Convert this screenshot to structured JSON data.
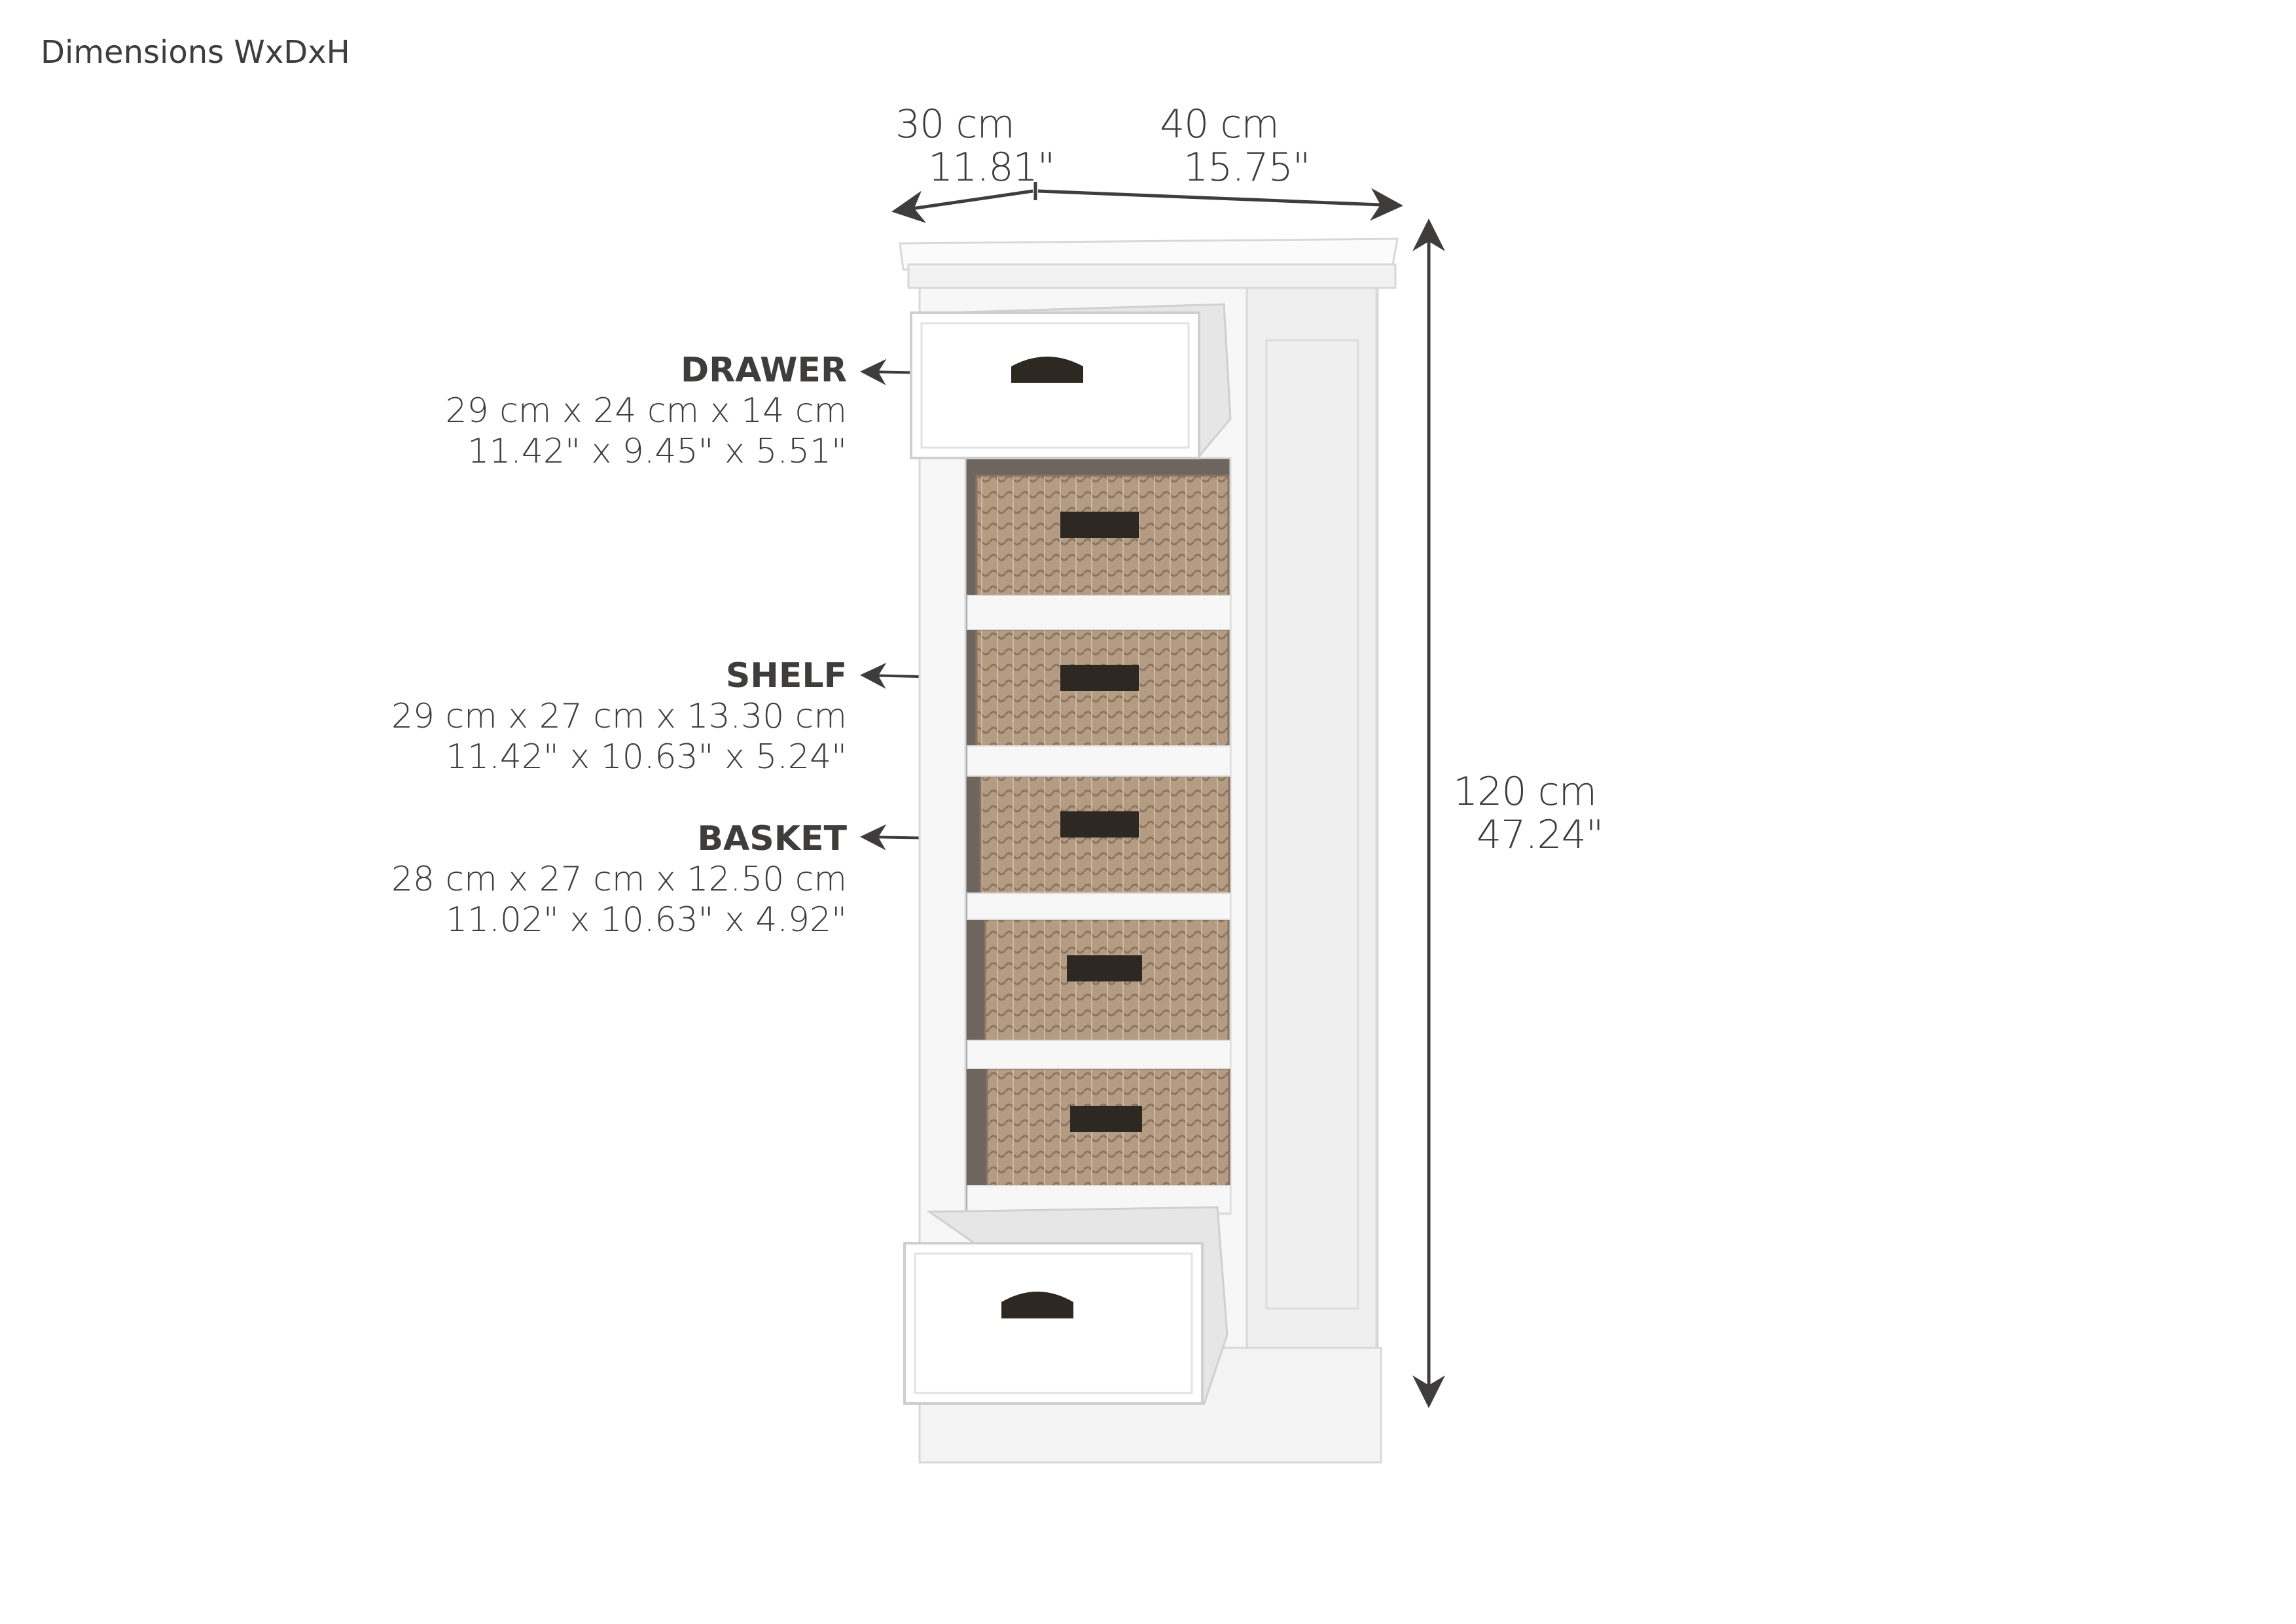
{
  "title": "Dimensions WxDxH",
  "overall": {
    "depth": {
      "cm": "30 cm",
      "in": "11.81\""
    },
    "width": {
      "cm": "40 cm",
      "in": "15.75\""
    },
    "height": {
      "cm": "120 cm",
      "in": "47.24\""
    }
  },
  "parts": [
    {
      "name": "DRAWER",
      "cm": "29 cm x 24 cm x 14 cm",
      "in": "11.42\" x 9.45\" x 5.51\""
    },
    {
      "name": "SHELF",
      "cm": "29 cm x 27 cm x 13.30  cm",
      "in": "11.42\" x 10.63\" x 5.24\""
    },
    {
      "name": "BASKET",
      "cm": "28 cm x 27 cm x 12.50  cm",
      "in": "11.02\" x 10.63\" x 4.92\""
    }
  ],
  "colors": {
    "text": "#3f3c3c",
    "cabinet": "#f7f7f7",
    "wicker": "#b39c82",
    "handle": "#2e2822"
  }
}
